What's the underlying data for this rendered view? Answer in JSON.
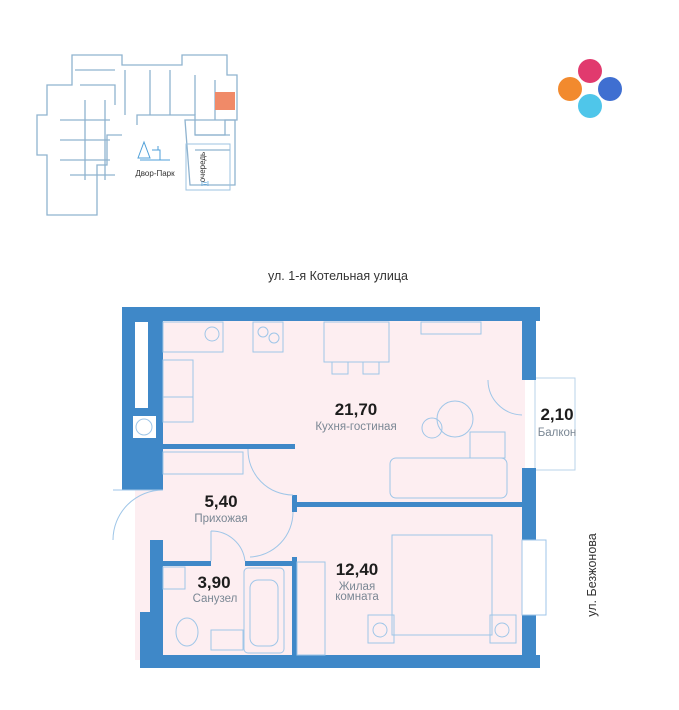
{
  "minimap": {
    "courtyard_label": "Двор-Парк",
    "phase_label": "очередь",
    "phase_number": "I=I",
    "highlight_color": "#f08a68"
  },
  "logo": {
    "colors": [
      "#e13a6e",
      "#f28a2e",
      "#3f6fd1",
      "#4fc6ea"
    ]
  },
  "streets": {
    "top": "ул. 1-я Котельная улица",
    "right": "ул. Безжонова"
  },
  "rooms": [
    {
      "area": "21,70",
      "name": "Кухня-гостиная"
    },
    {
      "area": "5,40",
      "name": "Прихожая"
    },
    {
      "area": "3,90",
      "name": "Санузел"
    },
    {
      "area": "12,40",
      "name": "Жилая",
      "name2": "комната"
    },
    {
      "area": "2,10",
      "name": "Балкон"
    }
  ],
  "colors": {
    "wall": "#3f88c8",
    "floor": "#fdeef1",
    "furniture": "#9fc6e8"
  }
}
